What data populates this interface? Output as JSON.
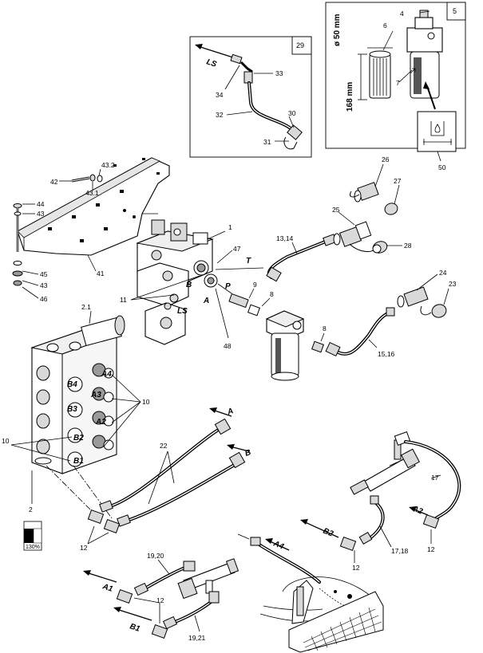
{
  "diagram": {
    "boxes": {
      "box_5": "5",
      "box_29": "29"
    },
    "dimensions": {
      "diameter": "ø 50 mm",
      "height": "168 mm"
    },
    "scale": "130%",
    "ports": {
      "LS_top": "LS",
      "T": "T",
      "P": "P",
      "A": "A",
      "B": "B",
      "LS": "LS",
      "A4": "A4",
      "B4": "B4",
      "A3": "A3",
      "B3": "B3",
      "A2": "A2",
      "B2": "B2",
      "B1": "B1",
      "arrow_A": "A",
      "arrow_B": "B",
      "arrow_A2": "A2",
      "arrow_B2": "B2",
      "arrow_A4": "A4",
      "arrow_A1": "A1",
      "arrow_B1": "B1"
    },
    "parts": {
      "p4": "4",
      "p6": "6",
      "p7": "7",
      "p50": "50",
      "p33": "33",
      "p34": "34",
      "p32": "32",
      "p30": "30",
      "p31": "31",
      "p42": "42",
      "p43_2": "43.2",
      "p43_1": "43.1",
      "p44": "44",
      "p43a": "43",
      "p41": "41",
      "p45": "45",
      "p43b": "43",
      "p46": "46",
      "p26": "26",
      "p27": "27",
      "p25": "25",
      "p28": "28",
      "p1": "1",
      "p47": "47",
      "p13_14": "13,14",
      "p11": "11",
      "p9": "9",
      "p8a": "8",
      "p24": "24",
      "p23": "23",
      "p48": "48",
      "p8b": "8",
      "p15_16": "15,16",
      "p2_1": "2.1",
      "p10a": "10",
      "p10b": "10",
      "p2": "2",
      "p22": "22",
      "p17": "17",
      "p12a": "12",
      "p17_18": "17,18",
      "p12b": "12",
      "p12c": "12",
      "p19_20": "19,20",
      "p12d": "12",
      "p19_21": "19,21"
    }
  }
}
